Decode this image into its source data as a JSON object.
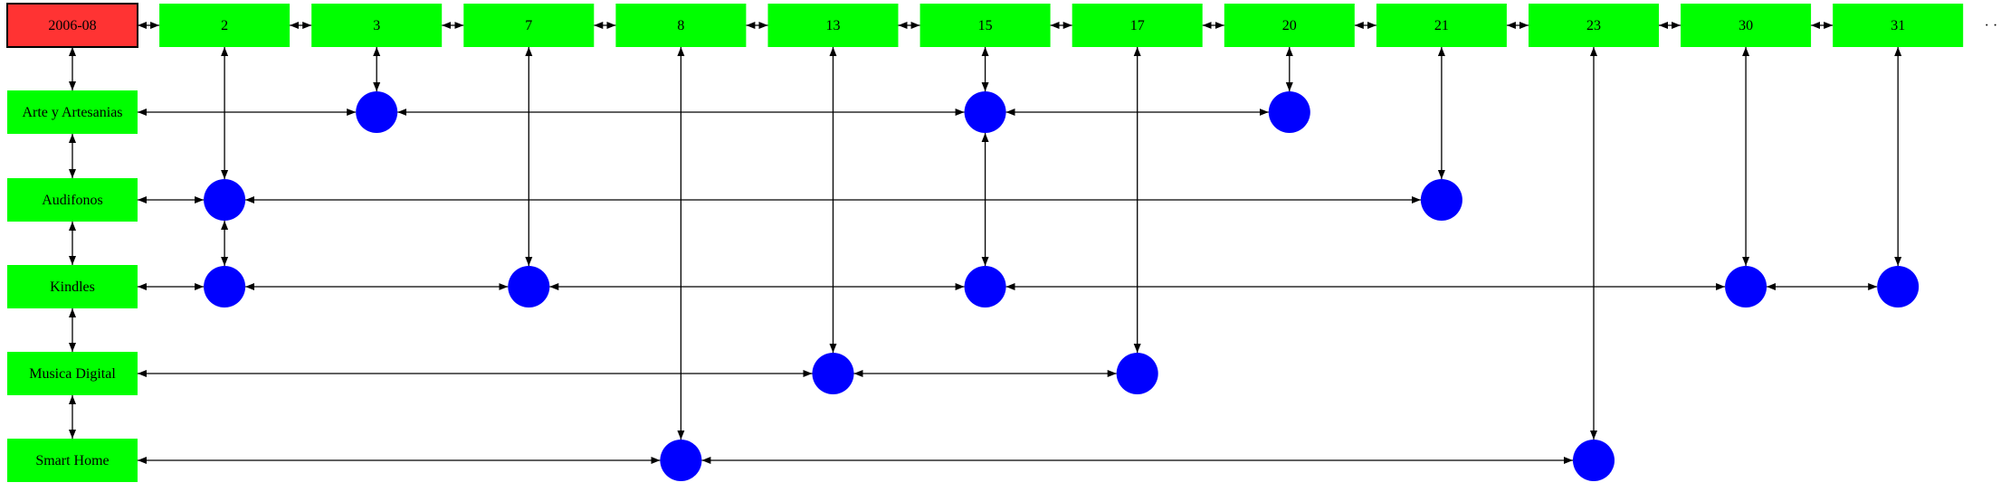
{
  "period_label": "2006-08",
  "days": [
    "2",
    "3",
    "7",
    "8",
    "13",
    "15",
    "17",
    "20",
    "21",
    "23",
    "30",
    "31"
  ],
  "categories": [
    "Arte y Artesanias",
    "Audifonos",
    "Kindles",
    "Musica Digital",
    "Smart Home"
  ],
  "nodes": [
    {
      "category": "Arte y Artesanias",
      "days": [
        "3",
        "15",
        "20"
      ]
    },
    {
      "category": "Audifonos",
      "days": [
        "2",
        "21"
      ]
    },
    {
      "category": "Kindles",
      "days": [
        "2",
        "7",
        "15",
        "30",
        "31"
      ]
    },
    {
      "category": "Musica Digital",
      "days": [
        "13",
        "17"
      ]
    },
    {
      "category": "Smart Home",
      "days": [
        "8",
        "23"
      ]
    }
  ],
  "day_links": [
    {
      "day": "2",
      "from": "Audifonos",
      "to": "Kindles"
    },
    {
      "day": "15",
      "from": "Arte y Artesanias",
      "to": "Kindles"
    }
  ],
  "colors": {
    "period_fill": "#ff3333",
    "header_fill": "#00ff00",
    "node_fill": "#0000ff",
    "edge": "#000000"
  },
  "trailing_mark": "· ·"
}
